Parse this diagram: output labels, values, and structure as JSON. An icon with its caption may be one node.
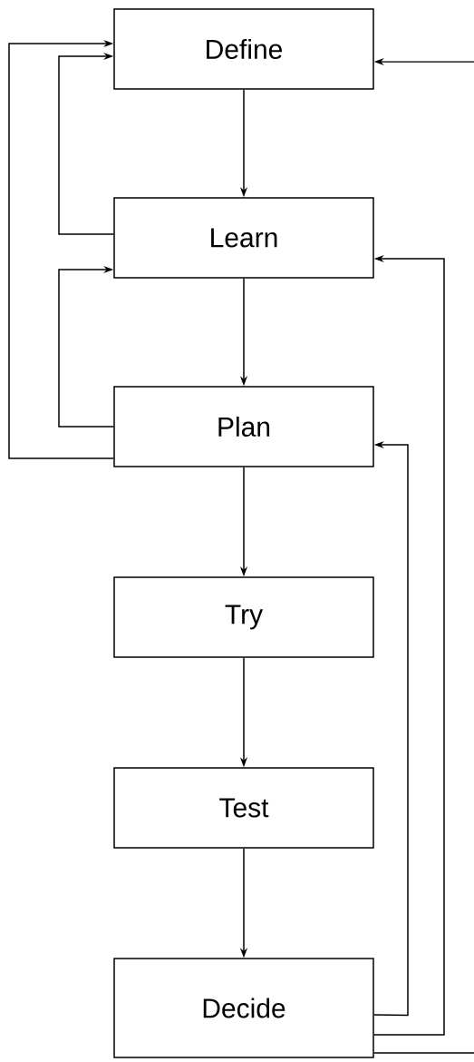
{
  "diagram": {
    "nodes": [
      {
        "text": [
          "Define"
        ]
      },
      {
        "text": [
          "Learn"
        ]
      },
      {
        "text": [
          "Plan"
        ]
      },
      {
        "text": [
          "Try"
        ]
      },
      {
        "text": [
          "Test"
        ]
      },
      {
        "text": [
          "Decide"
        ]
      }
    ],
    "edges": [
      {
        "from": 0,
        "to": 1,
        "arrow": "to"
      },
      {
        "from": 1,
        "to": 2,
        "arrow": "to"
      },
      {
        "from": 2,
        "to": 3,
        "arrow": "to"
      },
      {
        "from": 3,
        "to": 4,
        "arrow": "to"
      },
      {
        "from": 4,
        "to": 5,
        "arrow": "to"
      },
      {
        "from": 1,
        "to": 0,
        "arrow": "to"
      },
      {
        "from": 2,
        "to": 0,
        "arrow": "to"
      },
      {
        "from": 2,
        "to": 1,
        "arrow": "to"
      },
      {
        "from": 5,
        "to": 2,
        "arrow": "to"
      },
      {
        "from": 5,
        "to": 1,
        "arrow": "to"
      },
      {
        "from": null,
        "to": 0,
        "arrow": "to"
      },
      {
        "from": 5,
        "to": null,
        "arrow": "none"
      }
    ]
  }
}
